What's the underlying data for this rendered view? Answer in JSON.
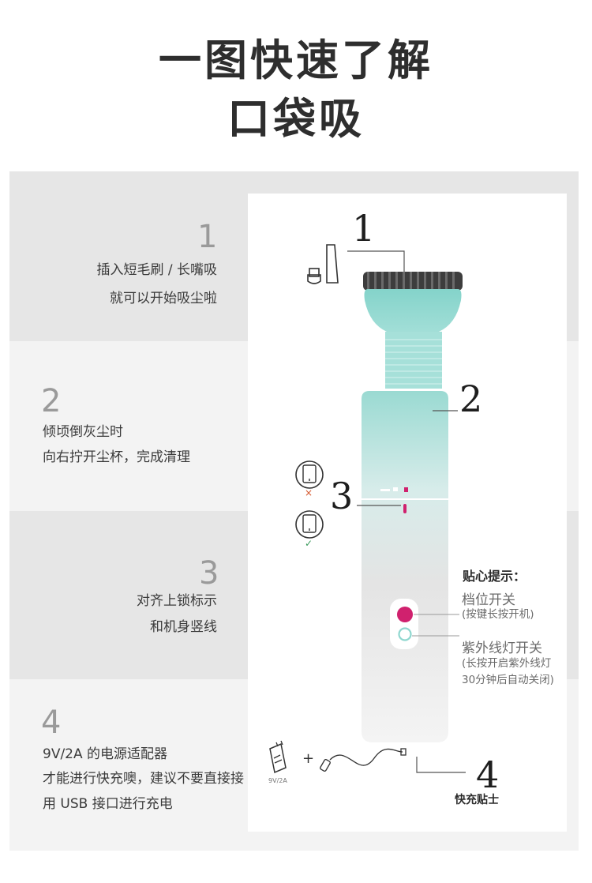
{
  "title": {
    "line1": "一图快速了解",
    "line2": "口袋吸"
  },
  "steps": [
    {
      "num": "1",
      "line1": "插入短毛刷 / 长嘴吸",
      "line2": "就可以开始吸尘啦"
    },
    {
      "num": "2",
      "line1": "倾顷倒灰尘时",
      "line2": "向右拧开尘杯，完成清理"
    },
    {
      "num": "3",
      "line1": "对齐上锁标示",
      "line2": "和机身竖线"
    },
    {
      "num": "4",
      "line1": "9V/2A 的电源适配器",
      "line2": "才能进行快充噢，建议不要直接接",
      "line3": "用 USB 接口进行充电"
    }
  ],
  "diagram": {
    "callouts": [
      "1",
      "2",
      "3",
      "4"
    ],
    "tips": {
      "title": "贴心提示：",
      "switch1_label": "档位开关",
      "switch1_sub": "(按键长按开机)",
      "switch2_label": "紫外线灯开关",
      "switch2_sub1": "(长按开启紫外线灯",
      "switch2_sub2": "30分钟后自动关闭)"
    },
    "charger": {
      "adapter_label": "9V/2A",
      "plus": "+",
      "caption": "快充贴士"
    },
    "lock_marks": {
      "wrong": "×",
      "right": "✓"
    },
    "colors": {
      "mint": "#8fd7cf",
      "power_button": "#d0216e",
      "uv_button": "#8fd7cf"
    }
  }
}
